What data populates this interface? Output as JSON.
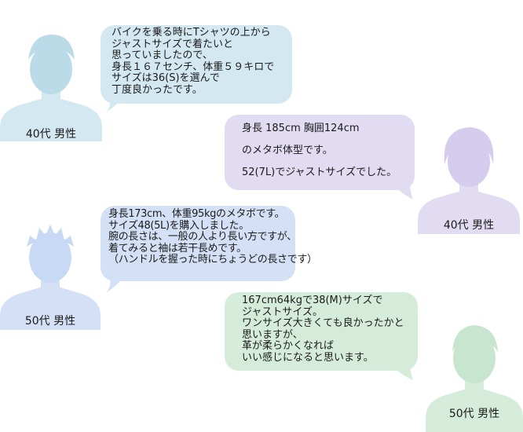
{
  "colors": {
    "blue_light": "#d3e8f0",
    "blue_avatar": "#bcdbe8",
    "purple_light": "#e1dcf1",
    "purple_avatar": "#d6cdee",
    "periwinkle_light": "#d4e0f6",
    "periwinkle_avatar": "#c7d9f5",
    "green_light": "#d5ecdb",
    "green_avatar": "#c8e6cf"
  },
  "reviews": [
    {
      "label": "40代 男性",
      "lines": [
        "バイクを乗る時にTシャツの上から",
        "ジャストサイズで着たいと",
        "思っていましたので、",
        "身長１６７センチ、体重５９キロで",
        "サイズは36(S)を選んで",
        "丁度良かったです。"
      ]
    },
    {
      "label": "40代 男性",
      "lines": [
        "身長 185cm 胸囲124cm",
        "のメタボ体型です。",
        "52(7L)でジャストサイズでした。"
      ]
    },
    {
      "label": "50代 男性",
      "lines": [
        "身長173cm、体重95kgのメタボです。",
        "サイズ48(5L)を購入しました。",
        "腕の長さは、一般の人より長い方ですが、",
        "着てみると袖は若干長めです。",
        "（ハンドルを握った時にちょうどの長さです）"
      ]
    },
    {
      "label": "50代 男性",
      "lines": [
        "167cm64kgで38(M)サイズで",
        "ジャストサイズ。",
        "ワンサイズ大きくても良かったかと",
        "思いますが、",
        "革が柔らかくなれば",
        "いい感じになると思います。"
      ]
    }
  ]
}
